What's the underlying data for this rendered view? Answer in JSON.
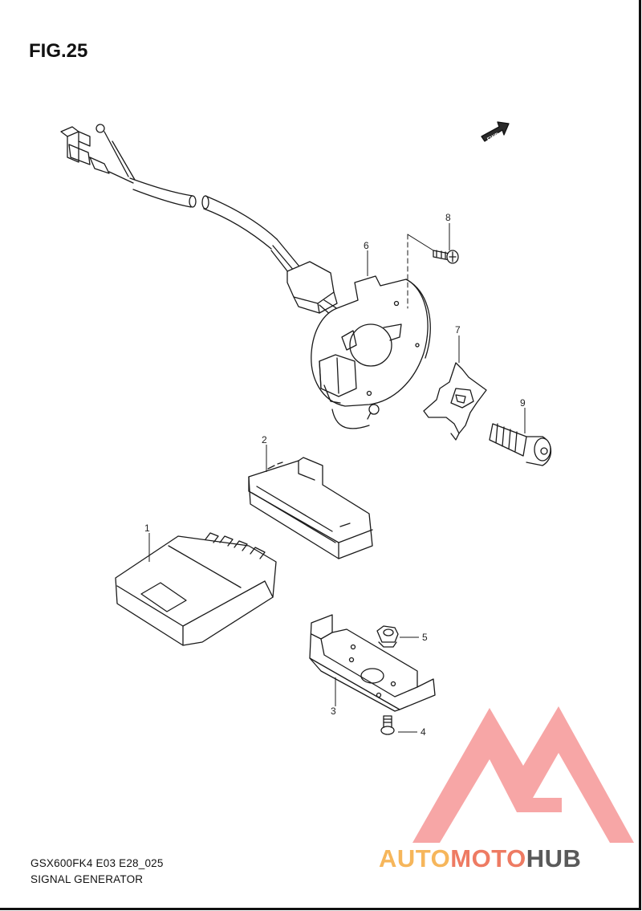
{
  "figure": {
    "title": "FIG.25",
    "model_code": "GSX600FK4 E03 E28_025",
    "caption": "SIGNAL GENERATOR"
  },
  "fwd_badge": {
    "label": "FWD"
  },
  "callouts": [
    {
      "id": "1",
      "label": "1"
    },
    {
      "id": "2",
      "label": "2"
    },
    {
      "id": "3",
      "label": "3"
    },
    {
      "id": "4",
      "label": "4"
    },
    {
      "id": "5",
      "label": "5"
    },
    {
      "id": "6",
      "label": "6"
    },
    {
      "id": "7",
      "label": "7"
    },
    {
      "id": "8",
      "label": "8"
    },
    {
      "id": "9",
      "label": "9"
    }
  ],
  "watermark": {
    "part1": "AUTO",
    "part2": "MOTO",
    "part3": "HUB",
    "colors": {
      "triangle": "#f26b6b",
      "part1": "#f6b65b",
      "part2": "#ee7b63",
      "part3": "#5a5a5a"
    }
  }
}
